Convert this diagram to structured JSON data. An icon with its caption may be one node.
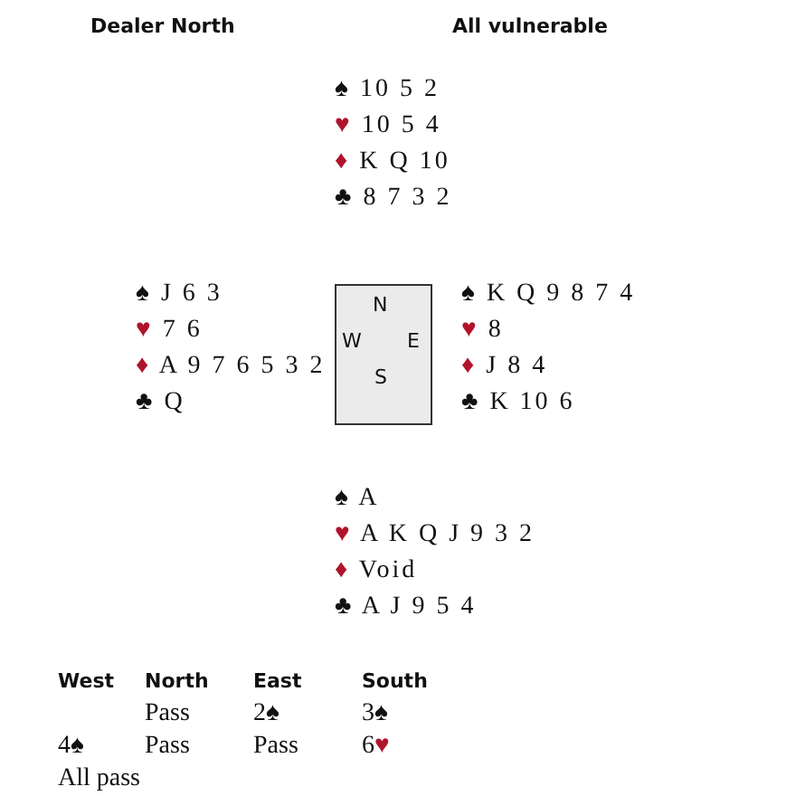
{
  "diagram": {
    "nodes": [
      {
        "text": [
          "N",
          "W",
          "E",
          "S"
        ]
      }
    ],
    "labels": [
      "Dealer North",
      "All vulnerable",
      "♠ 10 5 2",
      "♥ 10 5 4",
      "♦ K Q 10",
      "♣ 8 7 3 2",
      "♠ J 6 3",
      "♥ 7 6",
      "♦ A 9 7 6 5 3 2",
      "♣ Q",
      "♠ K Q 9 8 7 4",
      "♥ 8",
      "♦ J 8 4",
      "♣ K 10 6",
      "♠ A",
      "♥ A K Q J 9 3 2",
      "♦ Void",
      "♣ A J 9 5 4",
      "West",
      "North",
      "East",
      "South",
      "Pass",
      "2♠",
      "3♠",
      "4♠",
      "Pass",
      "Pass",
      "6♥",
      "All pass"
    ]
  }
}
